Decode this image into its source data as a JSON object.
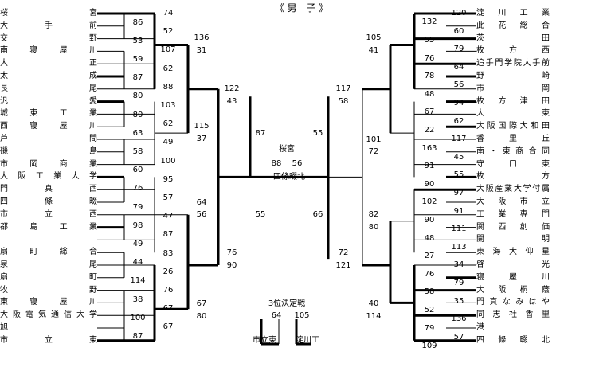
{
  "title": "《 男　子 》",
  "left_teams": [
    "桜宮",
    "大手前",
    "交野",
    "南寝屋川",
    "大正",
    "太成",
    "長尾",
    "汎愛",
    "城東工業",
    "西寝屋川",
    "芦間",
    "磯島",
    "市岡商業",
    "大阪工業大学",
    "門真西",
    "四條畷",
    "市立西",
    "都島工業",
    "",
    "扇町総合",
    "泉尾",
    "扇町",
    "牧野",
    "東寝屋川",
    "大阪電気通信大学",
    "旭",
    "市立東"
  ],
  "right_teams": [
    "淀川工業",
    "此花総合",
    "茨田",
    "枚方西",
    "追手門学院大手前",
    "野崎",
    "市岡",
    "枚方津田",
    "大東",
    "大阪国際大和田",
    "香里丘",
    "南・東商合同",
    "守口東",
    "枚方",
    "大阪産業大学付属",
    "大阪市立",
    "工業専門",
    "関西創価",
    "開明",
    "東海大仰星",
    "啓光",
    "寝屋川",
    "大阪桐蔭",
    "門真なみはや",
    "同志社香里",
    "港",
    "四條畷北"
  ],
  "scores": {
    "l1": [
      "74",
      "86",
      "52",
      "53",
      "107",
      "59",
      "62",
      "87",
      "88",
      "80",
      "103",
      "80",
      "62",
      "63",
      "49",
      "58",
      "100",
      "60",
      "95",
      "76",
      "57",
      "79",
      "47",
      "98",
      "87",
      "49",
      "83",
      "44",
      "26",
      "114",
      "76",
      "38",
      "67",
      "100",
      "67",
      "87"
    ],
    "l2": [
      "136",
      "31",
      "115",
      "37",
      "64",
      "56",
      "67",
      "80"
    ],
    "l3": [
      "122",
      "43",
      "76",
      "90"
    ],
    "l4": [
      "87",
      "55"
    ],
    "r1": [
      "120",
      "132",
      "60",
      "55",
      "79",
      "76",
      "64",
      "78",
      "56",
      "48",
      "94",
      "67",
      "62",
      "22",
      "117",
      "163",
      "45",
      "91",
      "55",
      "90",
      "97",
      "102",
      "91",
      "90",
      "111",
      "48",
      "113",
      "27",
      "34",
      "76",
      "79",
      "58",
      "35",
      "52",
      "136",
      "79",
      "57",
      "109"
    ],
    "r2": [
      "105",
      "41",
      "101",
      "72",
      "82",
      "80",
      "40",
      "114"
    ],
    "r3": [
      "117",
      "58",
      "72",
      "121"
    ],
    "r4": [
      "55",
      "66"
    ],
    "final": {
      "label": "桜宮",
      "left": "88",
      "right": "56",
      "loser": "四條畷北"
    },
    "third": {
      "label": "3位決定戦",
      "left": "64",
      "right": "105",
      "left_team": "市立東",
      "right_team": "淀川工"
    }
  }
}
